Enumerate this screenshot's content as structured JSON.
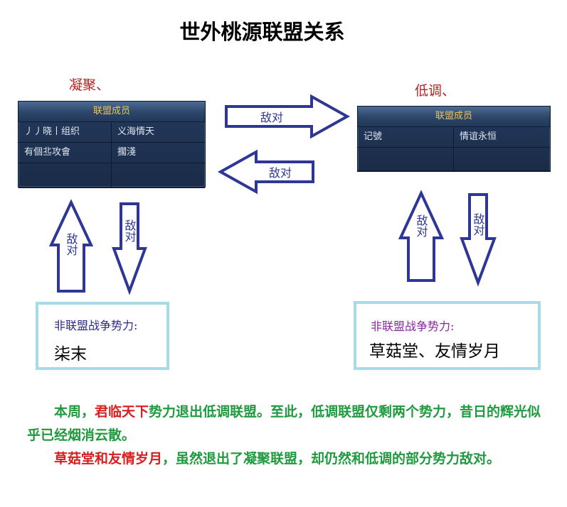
{
  "title": "世外桃源联盟关系",
  "colors": {
    "arrow_stroke": "#2e3796",
    "enemy_text": "#2e3796",
    "paragraph_green": "#1f9a3e",
    "highlight_red": "#d81e1e",
    "panel_header_text": "#e9c35a",
    "box_border": "#a7dbe8"
  },
  "left_alliance": {
    "name": "凝聚、",
    "panel_header": "联盟成员",
    "members": [
      [
        "丿丿晓丨组织",
        "义海情天"
      ],
      [
        "有個丠攻會",
        "擱淺"
      ],
      [
        "",
        ""
      ]
    ]
  },
  "right_alliance": {
    "name": "低调、",
    "panel_header": "联盟成员",
    "members": [
      [
        "记號",
        "情谊永恒"
      ],
      [
        "",
        ""
      ]
    ]
  },
  "arrows": {
    "center_right_label": "敌对",
    "center_left_label": "敌对",
    "left_up_label": "敌对",
    "left_down_label": "敌对",
    "right_up_label": "敌对",
    "right_down_label": "敌对"
  },
  "left_box": {
    "label": "非联盟战争势力:",
    "value": "柒末",
    "label_color": "#2b2b8a"
  },
  "right_box": {
    "label": "非联盟战争势力:",
    "value": "草菇堂、友情岁月",
    "label_color": "#8a2aa0"
  },
  "paragraph": {
    "p1_prefix": "本周，",
    "p1_red": "君临天下",
    "p1_rest": "势力退出低调联盟。至此，低调联盟仅剩两个势力，昔日的辉光似乎已经烟消云散。",
    "p2_red": "草菇堂和友情岁月",
    "p2_rest": "，虽然退出了凝聚联盟，却仍然和低调的部分势力敌对。"
  }
}
